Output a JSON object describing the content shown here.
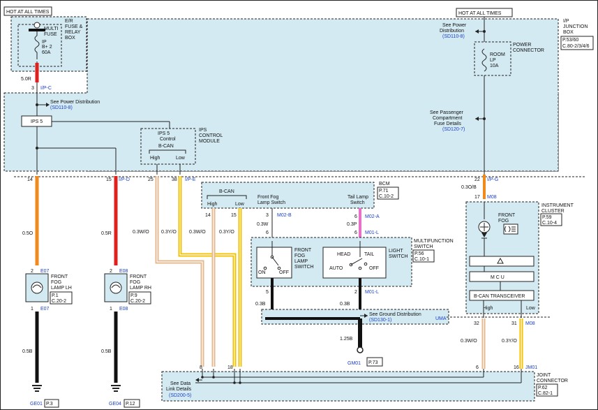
{
  "hot_left": "HOT AT ALL TIMES",
  "hot_right": "HOT AT ALL TIMES",
  "er_box": {
    "l1": "E/R",
    "l2": "FUSE &",
    "l3": "RELAY",
    "l4": "BOX",
    "multi1": "MULTI",
    "multi2": "FUSE",
    "f1": "IP",
    "f2": "B+ 2",
    "f3": "60A"
  },
  "wire_top": {
    "size": "5.0R",
    "pin": "3",
    "conn": "I/P-C"
  },
  "ip_box": {
    "l1": "I/P",
    "l2": "JUNCTION",
    "l3": "BOX",
    "p1": "P.53/60",
    "p2": "C.80-2/3/4/6"
  },
  "see_power_left": {
    "l1": "See Power Distribution",
    "l2": "(SD110-8)"
  },
  "ips5": "IPS 5",
  "ips_module": {
    "l1": "IPS 5",
    "l2": "Control",
    "l3": "B-CAN",
    "high": "High",
    "low": "Low",
    "m1": "IPS",
    "m2": "CONTROL",
    "m3": "MODULE"
  },
  "see_power_right": {
    "l1": "See Power",
    "l2": "Distribution",
    "l3": "(SD110-8)"
  },
  "power_conn": {
    "l1": "POWER",
    "l2": "CONNECTOR"
  },
  "room_fuse": {
    "l1": "ROOM",
    "l2": "LP",
    "l3": "10A"
  },
  "see_pass": {
    "l1": "See Passenger",
    "l2": "Compartment",
    "l3": "Fuse Details",
    "l4": "(SD120-7)"
  },
  "pins_ip": {
    "p14": "14",
    "p15": "15",
    "ipd": "I/P-D",
    "p25": "25",
    "p38": "38",
    "ipe": "I/P-E",
    "p22": "22",
    "ipg": "I/P-G"
  },
  "bcm": {
    "name": "BCM",
    "p1": "P.71",
    "p2": "C.10-2",
    "bcan": "B-CAN",
    "high": "High",
    "low": "Low",
    "ffs1": "Front Fog",
    "ffs2": "Lamp Switch",
    "tls1": "Tail Lamp",
    "tls2": "Switch"
  },
  "bcm_pins": {
    "p14": "14",
    "p15": "15",
    "p3": "3",
    "m02b": "M02-B",
    "p6": "6",
    "m02a": "M02-A",
    "p6b": "6",
    "p6c": "6",
    "m01l": "M01-L",
    "w03w": "0.3W",
    "w03p": "0.3P"
  },
  "wire_labels": {
    "w05o": "0.5O",
    "w05r": "0.5R",
    "w03wo_a": "0.3W/O",
    "w03yo_a": "0.3Y/O",
    "w03wo_b": "0.3W/O",
    "w03yo_b": "0.3Y/O",
    "w03ob": "0.3O/B",
    "p17": "17",
    "m08": "M08"
  },
  "multifunction": {
    "l1": "MULTIFUNCTION",
    "l2": "SWITCH",
    "l3": "P.56",
    "l4": "C.10-1",
    "ffs1": "FRONT",
    "ffs2": "FOG",
    "ffs3": "LAMP",
    "ffs4": "SWITCH",
    "on": "ON",
    "off": "OFF",
    "head": "HEAD",
    "tail": "TAIL",
    "auto": "AUTO",
    "off2": "OFF",
    "ls1": "LIGHT",
    "ls2": "SWITCH"
  },
  "mf_pins": {
    "p5": "5",
    "p2": "2",
    "m01l": "M01-L",
    "w03b_a": "0.3B",
    "w03b_b": "0.3B"
  },
  "ground_dist": {
    "l1": "See Ground Distribution",
    "l2": "(SD130-1)",
    "uma": "UMA"
  },
  "gnd_m01": {
    "size": "1.25B",
    "name": "GM01",
    "page": "P.73"
  },
  "lamp_lh": {
    "p2": "2",
    "conn": "E07",
    "l1": "FRONT",
    "l2": "FOG",
    "l3": "LAMP LH",
    "p": "P.1",
    "c": "C.20-2",
    "p1": "1",
    "conn2": "E07"
  },
  "lamp_rh": {
    "p2": "2",
    "conn": "E08",
    "l1": "FRONT",
    "l2": "FOG",
    "l3": "LAMP RH",
    "p": "P.9",
    "c": "C.20-2",
    "p1": "1",
    "conn2": "E08"
  },
  "gnd_lh": {
    "size": "0.5B",
    "name": "GE01",
    "page": "P.3"
  },
  "gnd_rh": {
    "size": "0.5B",
    "name": "GE04",
    "page": "P.12"
  },
  "cluster": {
    "l1": "INSTRUMENT",
    "l2": "CLUSTER",
    "p": "P.59",
    "c": "C.10-4",
    "ff1": "FRONT",
    "ff2": "FOG",
    "mcu": "M C U",
    "bcan": "B-CAN TRANSCEIVER",
    "high": "High",
    "low": "Low"
  },
  "cluster_pins": {
    "p32": "32",
    "p31": "31",
    "m08": "M08"
  },
  "joint": {
    "l1": "JOINT",
    "l2": "CONNECTOR",
    "p": "P.62",
    "c": "C.82-1",
    "see1": "See Data",
    "see2": "Link Details",
    "see3": "(SD200-5)",
    "p8": "8",
    "p18": "18",
    "p6": "6",
    "p16": "16",
    "jm01": "JM01"
  },
  "colors": {
    "box": "#d3eaf2",
    "red": "#e0201c",
    "orange": "#f08a1c",
    "yellow": "#f2c200",
    "pink": "#e870c8",
    "black": "#111111",
    "link": "#1a3fc4"
  }
}
